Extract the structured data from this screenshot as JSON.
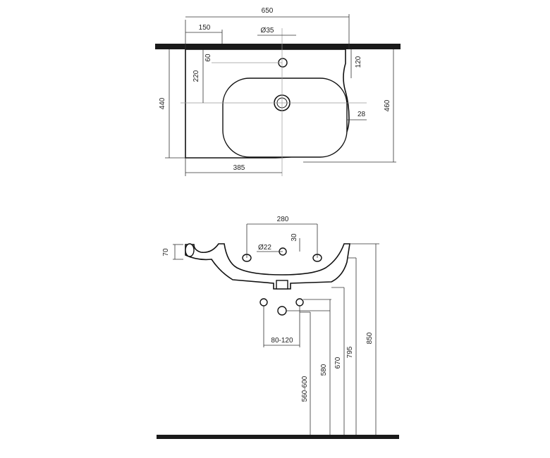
{
  "top_view": {
    "width_total": "650",
    "offset_left": "150",
    "tap_hole_dia": "Ø35",
    "tap_from_wall": "60",
    "bowl_top_offset": "220",
    "shelf_depth": "120",
    "depth_left": "440",
    "depth_right": "460",
    "rim_to_bowl": "28",
    "drain_from_left": "385"
  },
  "front_view": {
    "holes_spacing": "280",
    "overflow_offset": "30",
    "overflow_dia": "Ø22",
    "rim_height": "70",
    "pipe_spacing": "80-120",
    "height_supply": "560-600",
    "height_580": "580",
    "height_670": "670",
    "height_795": "795",
    "height_850": "850"
  }
}
